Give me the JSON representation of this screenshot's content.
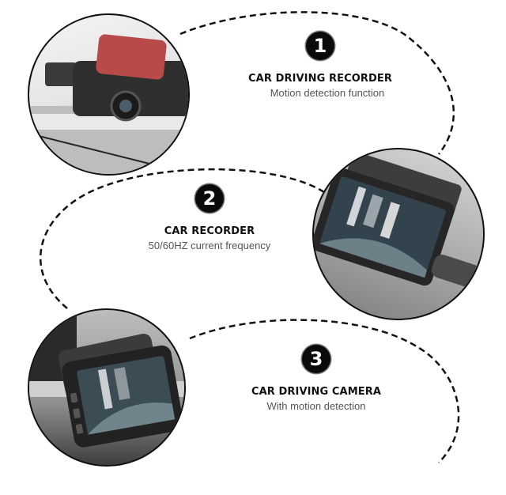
{
  "features": [
    {
      "number": "1",
      "title": "CAR DRIVING RECORDER",
      "subtitle": "Motion detection function"
    },
    {
      "number": "2",
      "title": "CAR RECORDER",
      "subtitle": "50/60HZ current frequency"
    },
    {
      "number": "3",
      "title": "CAR DRIVING CAMERA",
      "subtitle": "With motion detection"
    }
  ],
  "photos": [
    {
      "label": "dash-cam-top-view",
      "accent": "#b84a4a"
    },
    {
      "label": "dash-cam-screen-angle"
    },
    {
      "label": "dash-cam-screen-front"
    }
  ],
  "colors": {
    "line": "#111111",
    "badge": "#0a0a0a",
    "title": "#111111",
    "subtitle": "#555555"
  }
}
